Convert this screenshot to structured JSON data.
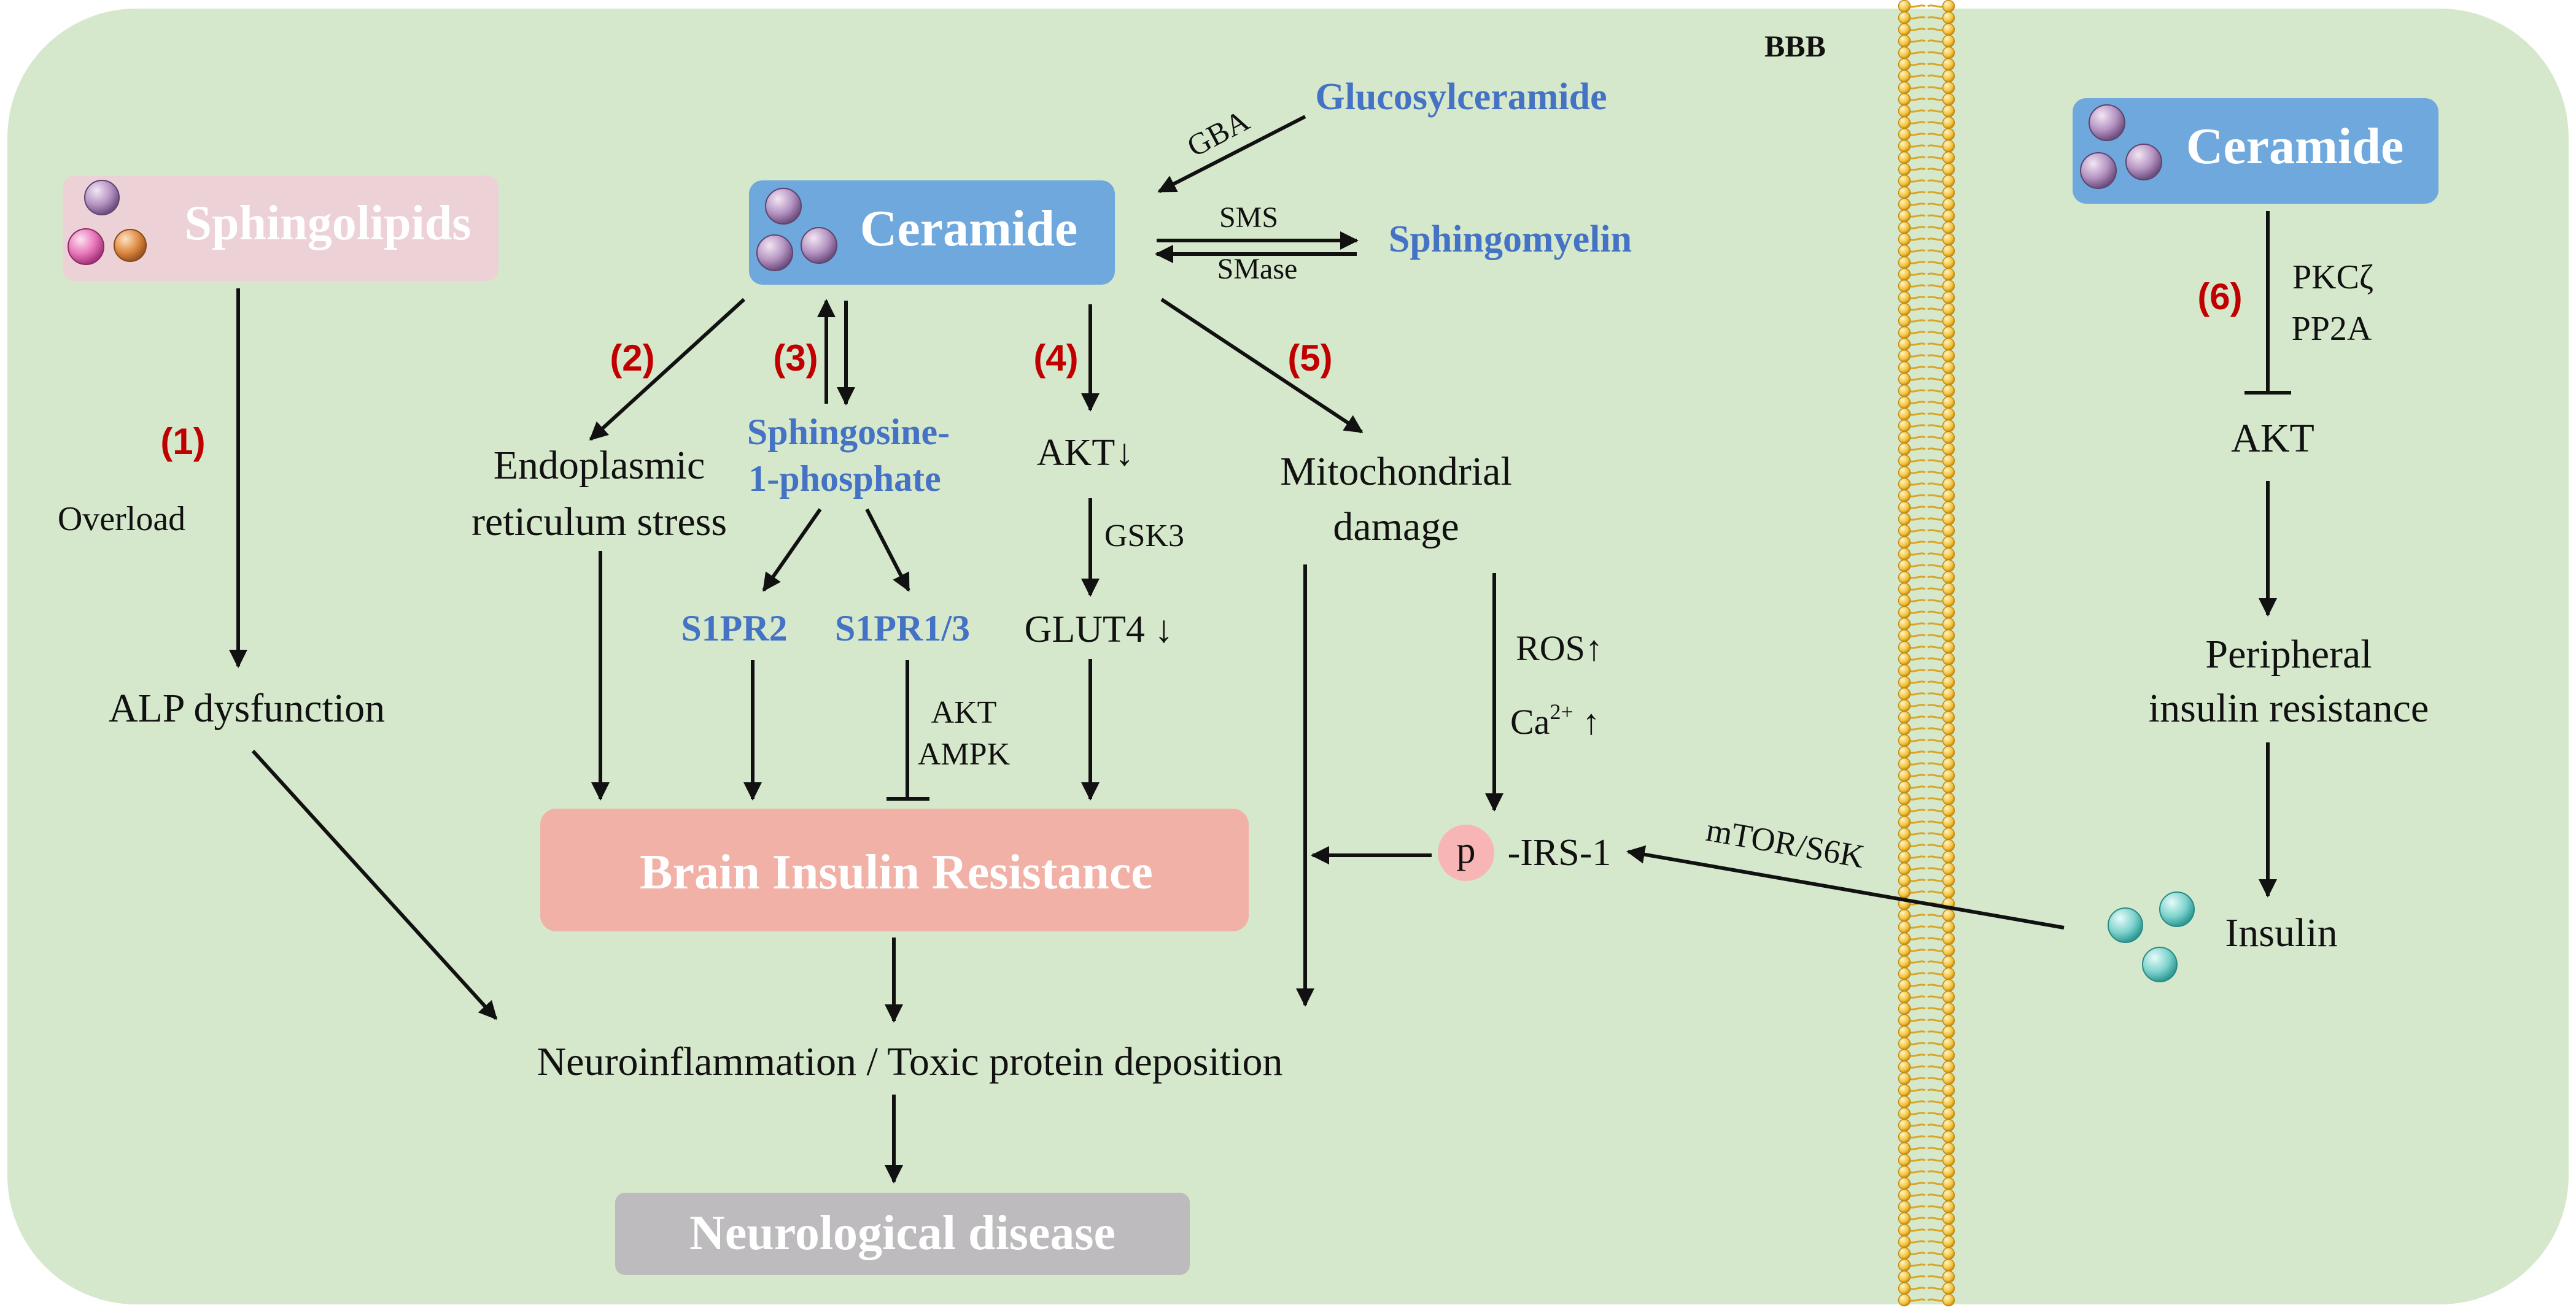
{
  "barrier": {
    "label": "BBB"
  },
  "sphingolipids": {
    "label": "Sphingolipids"
  },
  "ceramide_left": {
    "label": "Ceramide"
  },
  "ceramide_right": {
    "label": "Ceramide"
  },
  "glucosylceramide": {
    "label": "Glucosylceramide",
    "enzyme": "GBA"
  },
  "sphingomyelin": {
    "label": "Sphingomyelin",
    "enzyme_forward": "SMS",
    "enzyme_reverse": "SMase"
  },
  "steps": {
    "s1": "(1)",
    "s2": "(2)",
    "s3": "(3)",
    "s4": "(4)",
    "s5": "(5)",
    "s6": "(6)"
  },
  "path1": {
    "modifier": "Overload",
    "result": "ALP dysfunction"
  },
  "path2": {
    "line1": "Endoplasmic",
    "line2": "reticulum stress"
  },
  "path3": {
    "s1p_line1": "Sphingosine-",
    "s1p_line2": "1-phosphate",
    "receptor_a": "S1PR2",
    "receptor_b": "S1PR1/3",
    "inhibit_1": "AKT",
    "inhibit_2": "AMPK"
  },
  "path4": {
    "akt": "AKT↓",
    "gsk": "GSK3",
    "glut": "GLUT4 ↓"
  },
  "path5": {
    "line1": "Mitochondrial",
    "line2": "damage",
    "ros": "ROS↑",
    "ca_base": "Ca",
    "ca_sup": "2+",
    "ca_arrow": " ↑",
    "p_label": "p",
    "irs": "-IRS-1",
    "mtor": "mTOR/S6K"
  },
  "path6": {
    "pkc": "PKCζ",
    "pp2a": "PP2A",
    "akt": "AKT",
    "peripheral_1": "Peripheral",
    "peripheral_2": "insulin resistance",
    "insulin": "Insulin"
  },
  "brain_ir": {
    "label": "Brain Insulin Resistance"
  },
  "neuroinflammation": {
    "label": "Neuroinflammation / Toxic protein deposition"
  },
  "neuro_disease": {
    "label": "Neurological disease"
  },
  "colors": {
    "background": "#d6e8cc",
    "sphingolipid_box": "#ecd1d6",
    "ceramide_box": "#6fa8dc",
    "brain_box": "#f1b1a7",
    "disease_box": "#bdbbbd",
    "membrane": "#f3c23d",
    "blue_text": "#4472c4",
    "red_text": "#c00000"
  }
}
